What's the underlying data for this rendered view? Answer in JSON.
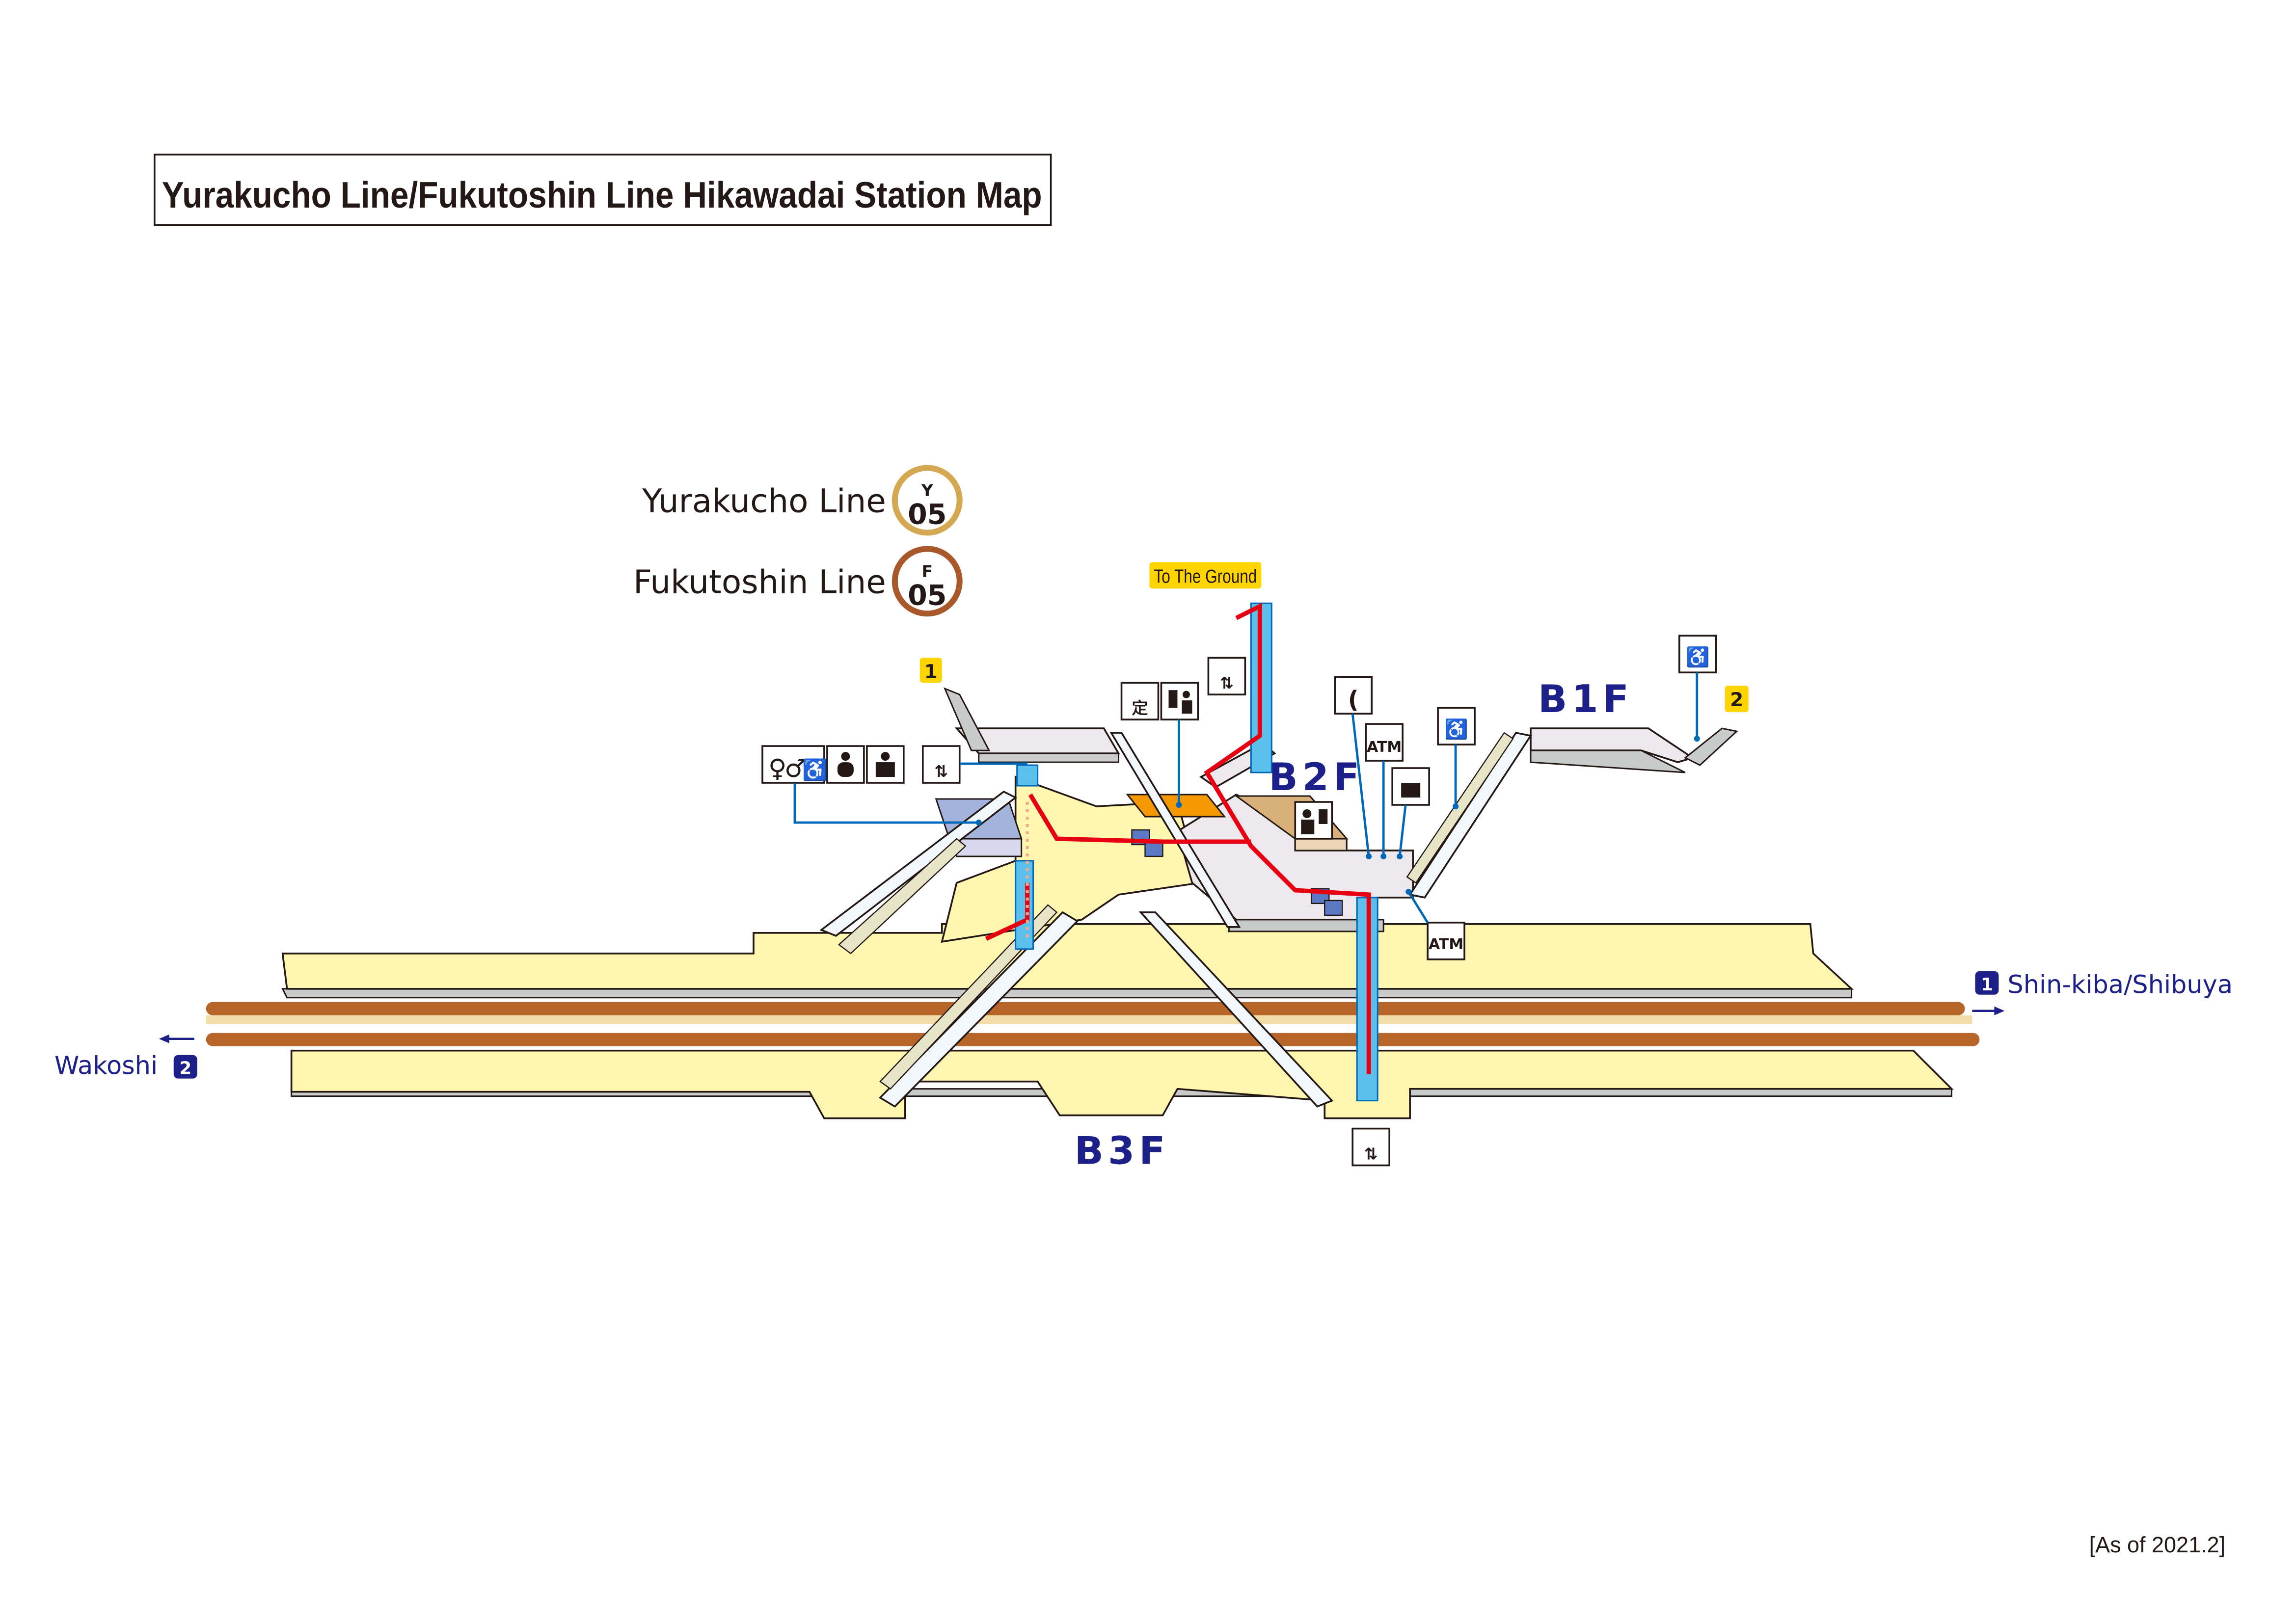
{
  "title": "Yurakucho Line/Fukutoshin Line Hikawadai Station Map",
  "lines": [
    {
      "name": "Yurakucho Line",
      "letter": "Y",
      "number": "05",
      "color": "#d4a850"
    },
    {
      "name": "Fukutoshin Line",
      "letter": "F",
      "number": "05",
      "color": "#a8582a"
    }
  ],
  "to_ground": "To The Ground",
  "exits": [
    {
      "label": "1"
    },
    {
      "label": "2"
    }
  ],
  "floors": {
    "b1": "B1F",
    "b2": "B2F",
    "b3": "B3F"
  },
  "directions": {
    "east": {
      "platform": "1",
      "label": "Shin-kiba/Shibuya"
    },
    "west": {
      "platform": "2",
      "label": "Wakoshi"
    }
  },
  "icons": {
    "atm": "ATM",
    "commuter_pass": "定"
  },
  "as_of": "[As of 2021.2]",
  "colors": {
    "floor_label": "#1d2088",
    "platform": "#fff7b0",
    "concourse": "#ece8ec",
    "elevator_route": "#e60012",
    "elevator": "#5bc0eb",
    "exit_badge": "#ffd400",
    "track": "#b8652a"
  }
}
